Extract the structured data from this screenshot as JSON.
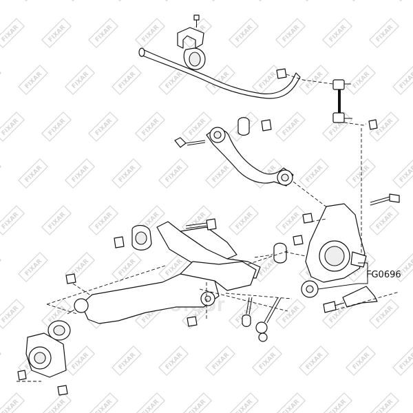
{
  "watermark": {
    "text": "FIXAR"
  },
  "brand_watermark": {
    "text": "ofoor"
  },
  "callout": {
    "label": "FG0696",
    "color": "#111111"
  },
  "colors": {
    "line": "#111111",
    "background": "#ffffff",
    "watermark": "#d6d6d6"
  }
}
